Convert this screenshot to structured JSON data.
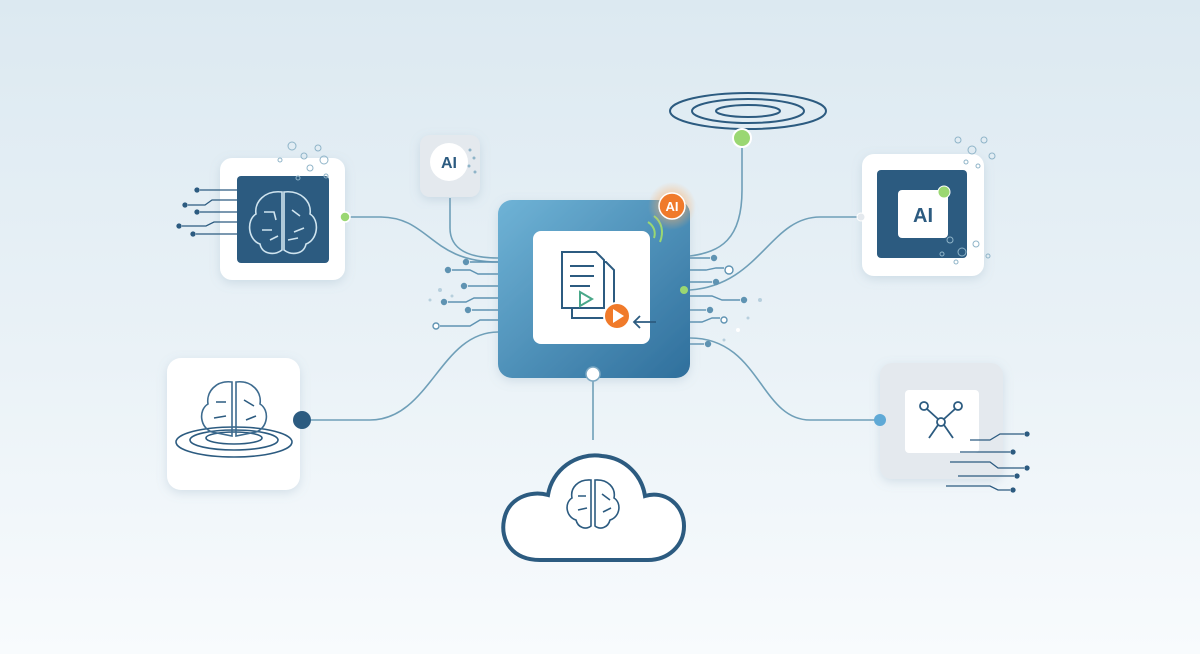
{
  "colors": {
    "background_top": "#dce9f1",
    "background_bottom": "#f8fbfd",
    "navy": "#2c5b80",
    "hub_blue": "#4a90b8",
    "line": "#6f9fb8",
    "accent_green": "#8fd46a",
    "accent_orange": "#f07a2a",
    "tile_white": "#ffffff",
    "tile_gray": "#e4e9ee"
  },
  "hub": {
    "icon": "document-play-icon",
    "badge_text": "AI",
    "badge_color": "#f07a2a"
  },
  "nodes": {
    "top_ai_chip": {
      "text": "AI",
      "icon": "ai-chip-icon"
    },
    "top_right_ai": {
      "text": "AI",
      "icon": "ai-chip-icon"
    },
    "top_left_brain": {
      "icon": "brain-icon"
    },
    "left_brain_rings": {
      "icon": "brain-with-rings-icon"
    },
    "right_node_graph": {
      "icon": "node-network-icon"
    },
    "bottom_cloud": {
      "icon": "cloud-brain-icon"
    },
    "top_rings": {
      "icon": "concentric-rings-icon"
    }
  }
}
